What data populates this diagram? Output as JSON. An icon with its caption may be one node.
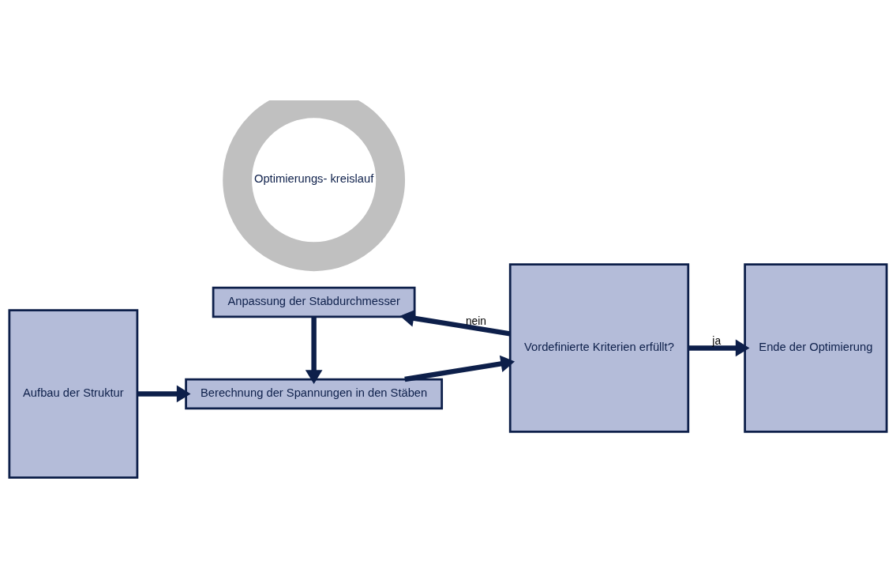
{
  "diagram": {
    "nodes": [
      {
        "text": [
          "Aufbau der Struktur"
        ]
      },
      {
        "text": [
          "Berechnung der Spannungen in den Stäben"
        ]
      },
      {
        "text": [
          "Optimierungs- kreislauf"
        ]
      },
      {
        "text": [
          "Vordefinierte Kriterien erfüllt?"
        ]
      },
      {
        "text": [
          "Ende der Optimierung"
        ]
      },
      {
        "text": [
          "Anpassung der Stabdurchmesser"
        ]
      }
    ],
    "edges": [
      {
        "from": 0,
        "to": 1,
        "arrow": "to"
      },
      {
        "from": 1,
        "to": 3,
        "arrow": "to"
      },
      {
        "from": 3,
        "to": 4,
        "arrow": "to",
        "label": "ja"
      },
      {
        "from": 3,
        "to": 5,
        "arrow": "to",
        "label": "nein"
      },
      {
        "from": 5,
        "to": 1,
        "arrow": "to"
      }
    ]
  }
}
